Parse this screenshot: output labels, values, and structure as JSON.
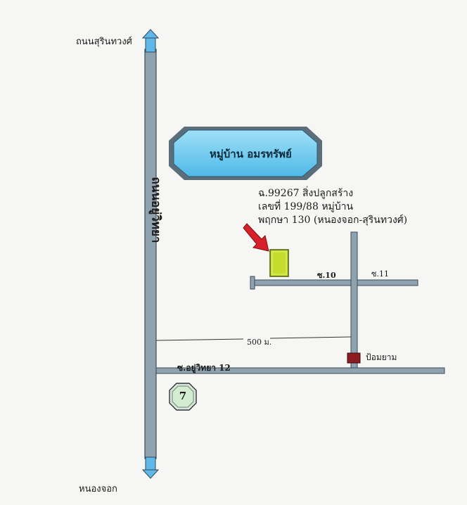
{
  "labels": {
    "north_destination": "ถนนสุรินทวงศ์",
    "south_destination": "หนองจอก",
    "main_road": "ถนนอยู่วิทยา",
    "village": "หมู่บ้าน อมรทรัพย์",
    "deed_lines": [
      "ฉ.99267 สิ่งปลูกสร้าง",
      "เลขที่ 199/88 หมู่บ้าน",
      "พฤกษา 130 (หนองจอก-สุรินทวงศ์)"
    ],
    "soi_10": "ซ.10",
    "soi_11": "ซ.11",
    "distance": "500 ม.",
    "police_box": "ป้อมยาม",
    "soi_12": "ซ.อยู่วิทยา 12",
    "store_number": "7"
  },
  "colors": {
    "road": "#8fa2b0",
    "road_edge": "#3e4c56",
    "village_fill": "#6ecdf0",
    "property_fill": "#c4dc2c",
    "arrow": "#d8202a",
    "police_box": "#8c1c22",
    "store_fill": "#d3ecd2",
    "arrow_tip": "#5fb8e8"
  },
  "icons": {
    "property": "property-marker-icon",
    "pointer": "red-arrow-icon",
    "store": "convenience-store-icon",
    "police": "police-box-icon"
  }
}
